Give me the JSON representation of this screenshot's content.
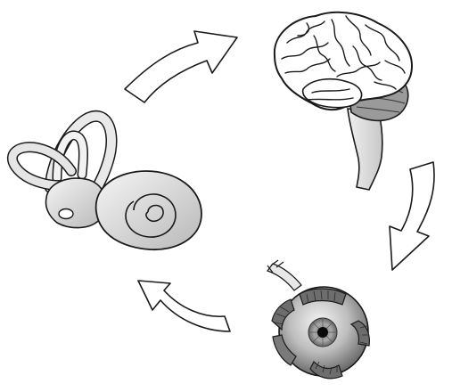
{
  "diagram": {
    "type": "cycle",
    "nodes": [
      {
        "id": "brain",
        "icon": "brain-icon"
      },
      {
        "id": "eye",
        "icon": "eyeball-icon"
      },
      {
        "id": "inner-ear",
        "icon": "inner-ear-icon"
      }
    ],
    "edges": [
      {
        "from": "inner-ear",
        "to": "brain",
        "icon": "curved-arrow-icon"
      },
      {
        "from": "brain",
        "to": "eye",
        "icon": "curved-arrow-icon"
      },
      {
        "from": "eye",
        "to": "inner-ear",
        "icon": "curved-arrow-icon"
      }
    ]
  }
}
